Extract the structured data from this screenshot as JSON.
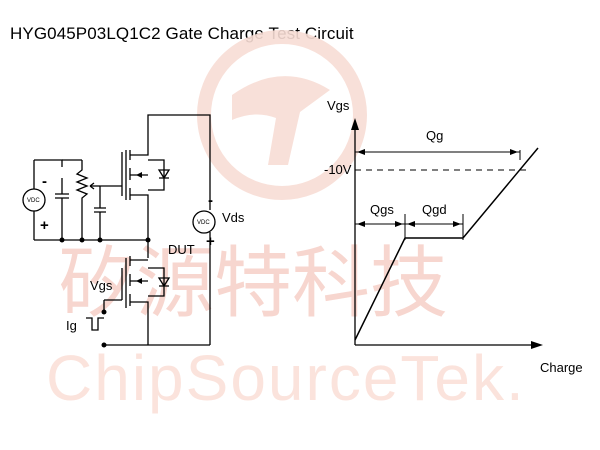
{
  "title": "HYG045P03LQ1C2 Gate Charge Test Circuit",
  "watermark": {
    "cn": "矽源特科技",
    "en": "ChipSourceTek."
  },
  "circuit": {
    "vdc_left": "VDC",
    "vdc_right": "VDC",
    "minus_left": "-",
    "plus_left": "+",
    "minus_right": "-",
    "plus_right": "+",
    "vds": "Vds",
    "dut": "DUT",
    "vgs": "Vgs",
    "ig": "Ig"
  },
  "graph": {
    "y_axis_label": "Vgs",
    "x_axis_label": "Charge",
    "level_label": "-10V",
    "qg": "Qg",
    "qgs": "Qgs",
    "qgd": "Qgd"
  },
  "colors": {
    "watermark": "#f5c9bd",
    "line": "#000000"
  }
}
